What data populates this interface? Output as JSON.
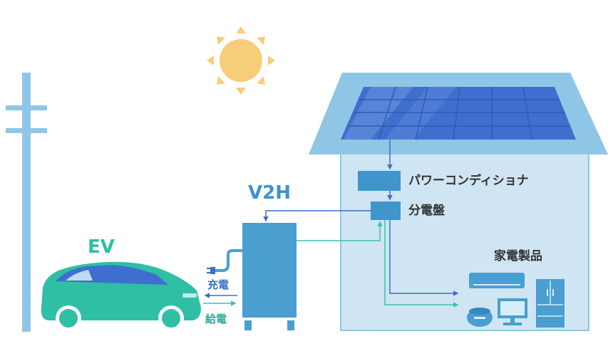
{
  "labels": {
    "v2h": "V2H",
    "ev": "EV",
    "power_conditioner": "パワーコンディショナ",
    "distribution_board": "分電盤",
    "appliances": "家電製品",
    "charging": "充電",
    "discharging": "給電"
  },
  "colors": {
    "house_fill": "#cfe5f3",
    "roof": "#8fc6e6",
    "solar_panel": "#3e6fcf",
    "v2h_unit": "#4a9ed0",
    "equipment": "#3f95cc",
    "sun": "#f8cd79",
    "car_body": "#2ebfa5",
    "charge_line": "#3a70c8",
    "supply_line": "#3ec0b0",
    "pole": "#8fc6e6"
  }
}
